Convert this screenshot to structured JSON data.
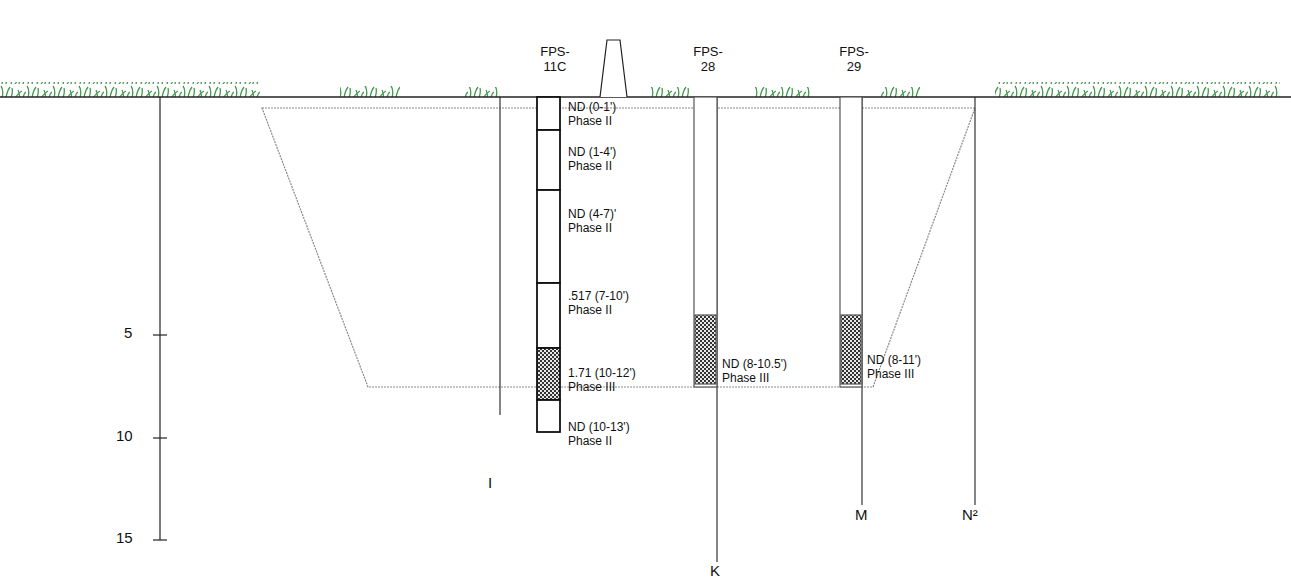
{
  "diagram": {
    "labels": [
      "FPS- 11C",
      "FPS- 28",
      "FPS- 29",
      "ND (0-1')",
      "Phase II",
      "ND (1-4')",
      "Phase II",
      "ND (4-7)'",
      "Phase II",
      ".517 (7-10')",
      "Phase II",
      "1.71 (10-12')",
      "Phase III",
      "ND (10-13')",
      "Phase II",
      "ND (8-10.5')",
      "Phase III",
      "ND (8-11')",
      "Phase III",
      "5",
      "10",
      "15",
      "I",
      "K",
      "M",
      "N²"
    ]
  }
}
